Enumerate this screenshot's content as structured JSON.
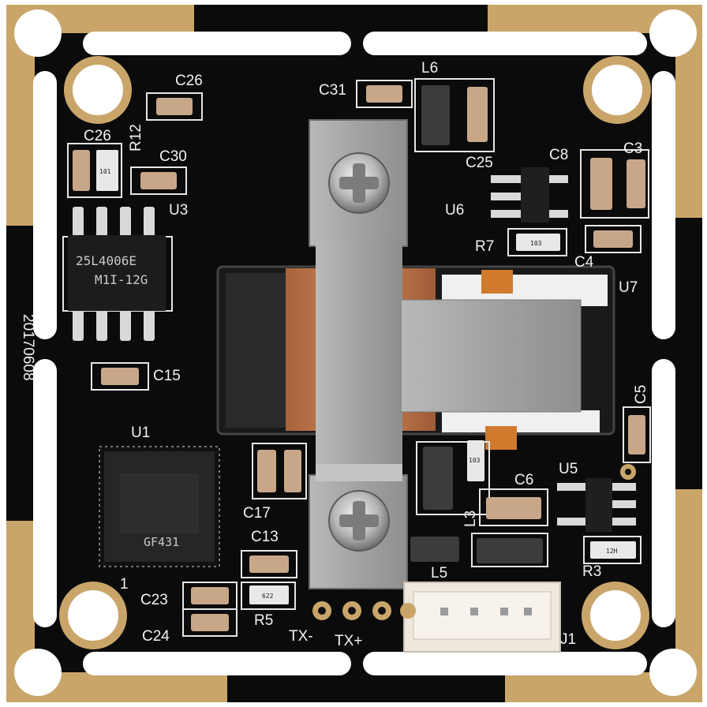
{
  "board": {
    "date_code": "20170608",
    "labels": {
      "C26_top": "C26",
      "C26_left": "C26",
      "R12": "R12",
      "C30": "C30",
      "U3": "U3",
      "C31": "C31",
      "L6": "L6",
      "C25": "C25",
      "C8": "C8",
      "C3": "C3",
      "U6": "U6",
      "R7": "R7",
      "C4": "C4",
      "U7": "U7",
      "C15": "C15",
      "C5": "C5",
      "U1": "U1",
      "C6": "C6",
      "U5": "U5",
      "L3": "L3",
      "C17": "C17",
      "C13": "C13",
      "R3": "R3",
      "L5": "L5",
      "C23": "C23",
      "R5": "R5",
      "C24": "C24",
      "TXm": "TX-",
      "TXp": "TX+",
      "J1": "J1",
      "pin1": "1"
    },
    "flash_chip": {
      "line1": "25L4006E",
      "line2": "M1I-12G"
    },
    "processor_chip": {
      "marking": "GF431"
    },
    "resistor_codes": {
      "r12": "101",
      "r7": "103",
      "r_mid": "103",
      "r3": "12H",
      "r5": "622"
    },
    "colors": {
      "pcb": "#0b0b0b",
      "gold": "#c9a56a",
      "silkscreen": "#f2f2f2",
      "shield": "#a6a6a6",
      "copper": "#c07a4f"
    }
  }
}
